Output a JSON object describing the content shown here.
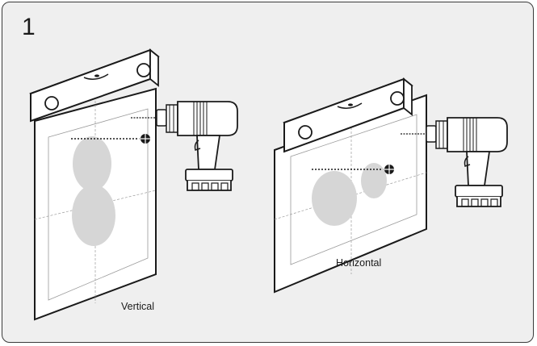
{
  "step_number": "1",
  "captions": {
    "vertical": "Vertical",
    "horizontal": "Horizontal"
  },
  "colors": {
    "panel_background": "#efefef",
    "outline": "#1a1a1a",
    "template_shape": "#d6d6d6"
  },
  "icons": [
    "spirit-level-icon",
    "power-drill-icon",
    "crosshair-icon",
    "paper-template-icon"
  ]
}
